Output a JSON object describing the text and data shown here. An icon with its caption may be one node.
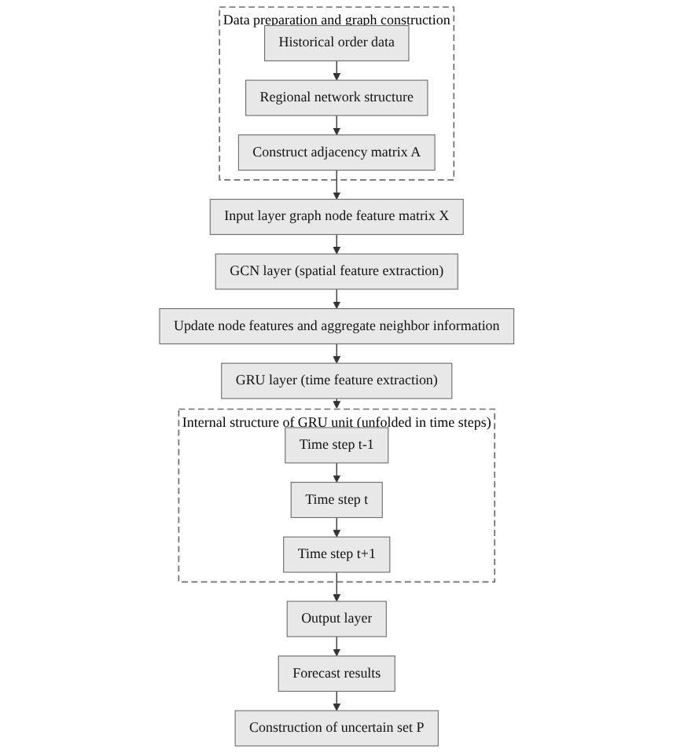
{
  "diagram": {
    "nodes": [
      {
        "text": [
          "Data preparation and graph construction"
        ]
      },
      {
        "text": [
          "Historical order data"
        ],
        "in": 0
      },
      {
        "text": [
          "Regional network structure"
        ],
        "in": 0
      },
      {
        "text": [
          "Construct adjacency matrix A"
        ],
        "in": 0
      },
      {
        "text": [
          "Input layer graph node feature matrix X"
        ]
      },
      {
        "text": [
          "GCN layer (spatial feature extraction)"
        ]
      },
      {
        "text": [
          "Update node features and aggregate neighbor information"
        ]
      },
      {
        "text": [
          "GRU layer (time feature extraction)"
        ]
      },
      {
        "text": [
          "Internal structure of GRU unit (unfolded in time steps)"
        ]
      },
      {
        "text": [
          "Time step t-1"
        ],
        "in": 8
      },
      {
        "text": [
          "Time step t"
        ],
        "in": 8
      },
      {
        "text": [
          "Time step t+1"
        ],
        "in": 8
      },
      {
        "text": [
          "Output layer"
        ]
      },
      {
        "text": [
          "Forecast results"
        ]
      },
      {
        "text": [
          "Construction of uncertain set P"
        ]
      }
    ],
    "edges": [
      {
        "from": 1,
        "to": 2,
        "arrow": "to"
      },
      {
        "from": 2,
        "to": 3,
        "arrow": "to"
      },
      {
        "from": 3,
        "to": 4,
        "arrow": "to"
      },
      {
        "from": 4,
        "to": 5,
        "arrow": "to"
      },
      {
        "from": 5,
        "to": 6,
        "arrow": "to"
      },
      {
        "from": 6,
        "to": 7,
        "arrow": "to"
      },
      {
        "from": 7,
        "to": 8,
        "arrow": "to"
      },
      {
        "from": 9,
        "to": 10,
        "arrow": "to"
      },
      {
        "from": 10,
        "to": 11,
        "arrow": "to"
      },
      {
        "from": 11,
        "to": 12,
        "arrow": "to"
      },
      {
        "from": 12,
        "to": 13,
        "arrow": "to"
      },
      {
        "from": 13,
        "to": 14,
        "arrow": "to"
      }
    ]
  }
}
